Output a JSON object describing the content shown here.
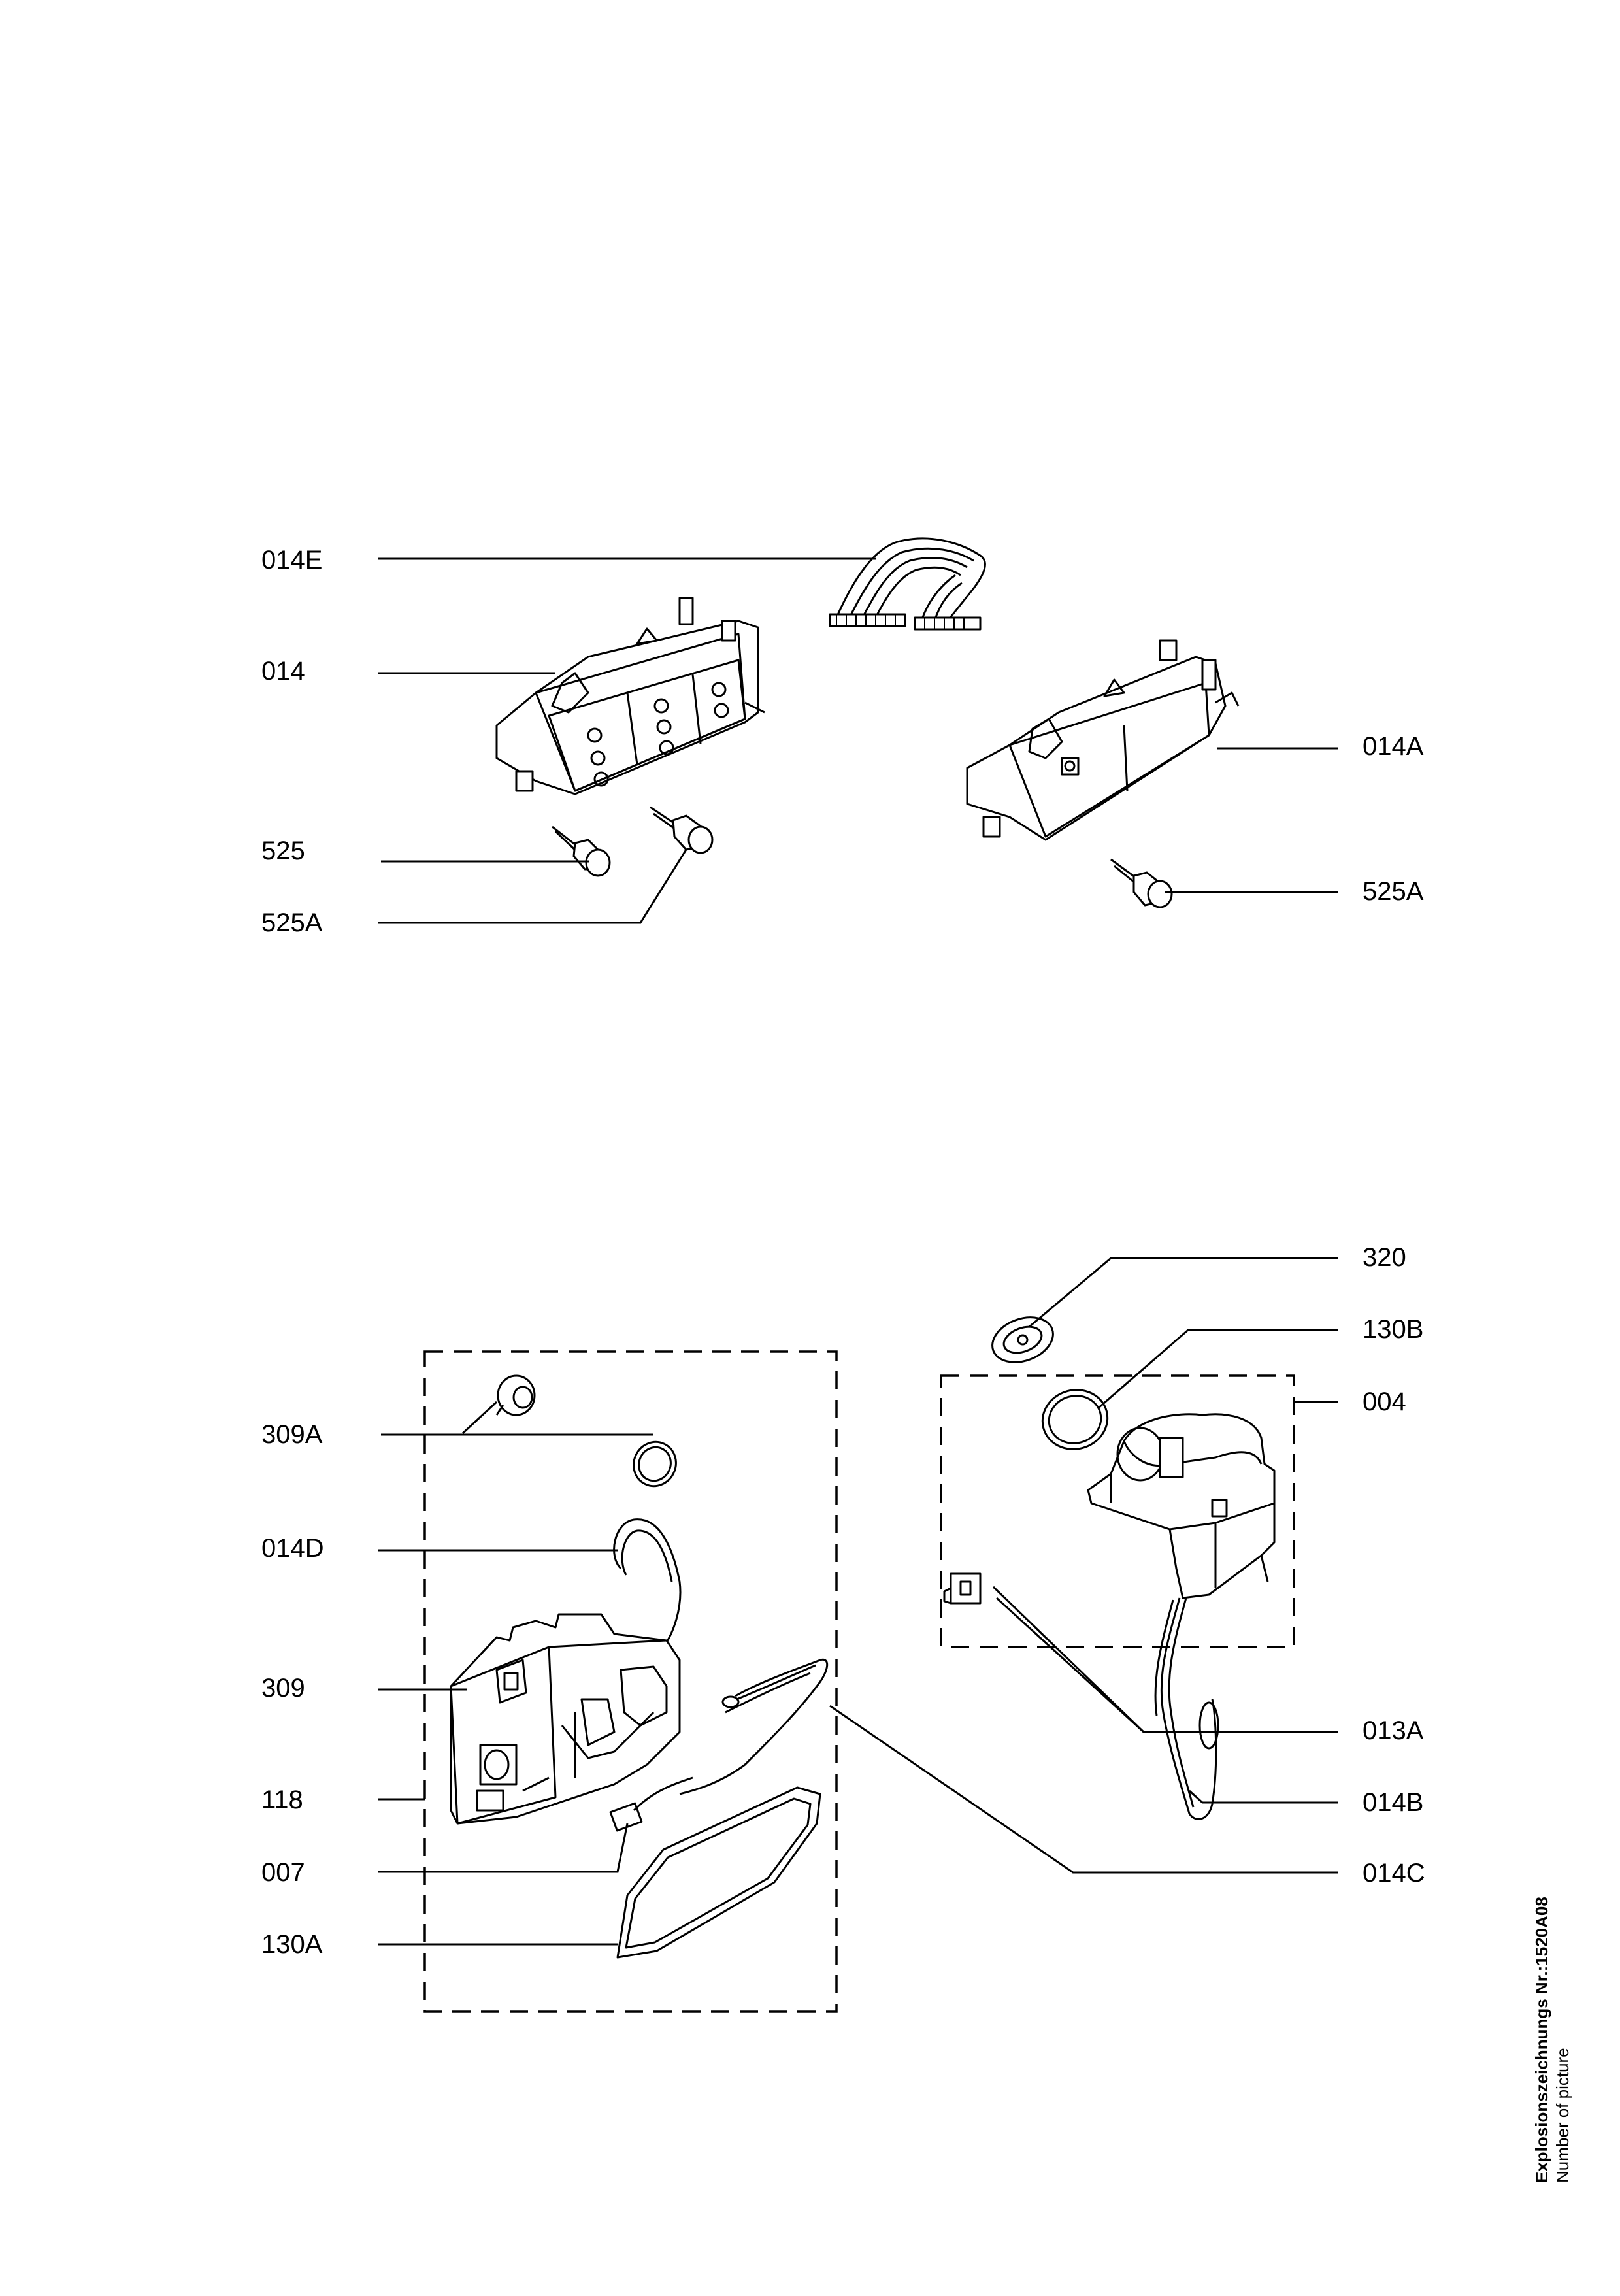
{
  "labels": {
    "l014E": "014E",
    "l014": "014",
    "l525": "525",
    "l525A_left": "525A",
    "l014A": "014A",
    "l525A_right": "525A",
    "l320": "320",
    "l130B": "130B",
    "l004": "004",
    "l309A": "309A",
    "l014D": "014D",
    "l309": "309",
    "l118": "118",
    "l007": "007",
    "l130A": "130A",
    "l013A": "013A",
    "l014B": "014B",
    "l014C": "014C"
  },
  "caption": {
    "line1_prefix": "Explosionszeichnungs Nr.:",
    "line1_number": "1520A08",
    "line2": "Number of picture"
  }
}
